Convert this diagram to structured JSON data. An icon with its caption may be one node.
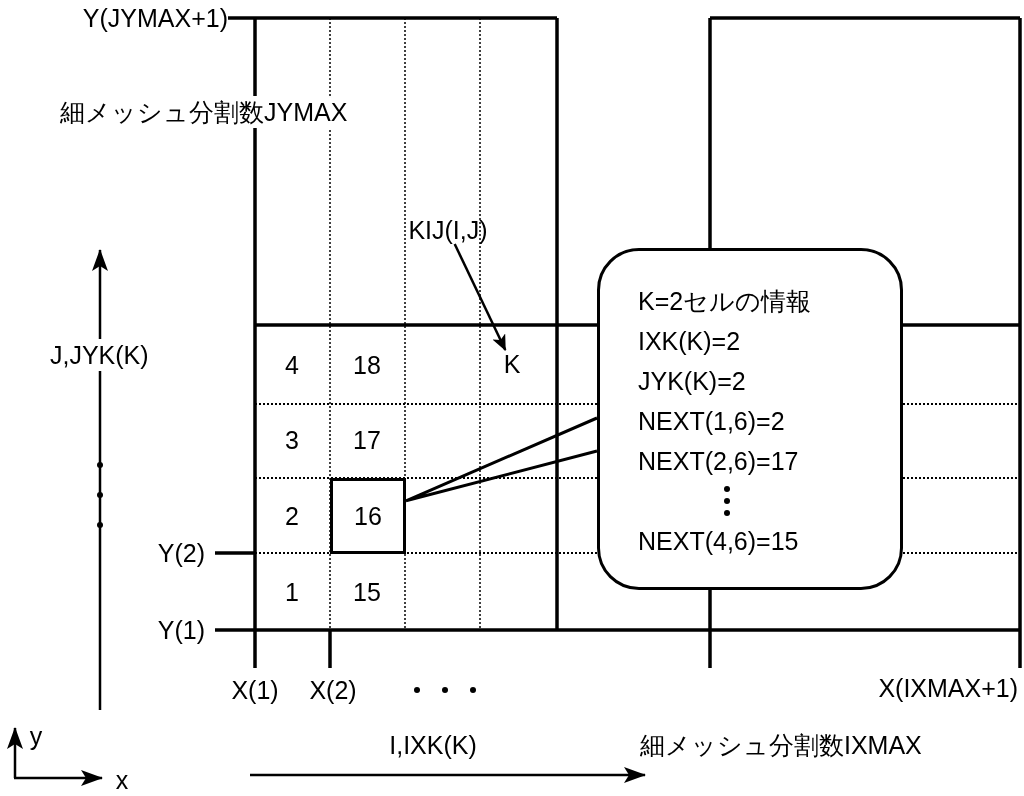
{
  "diagram": {
    "nodes": [
      {
        "text": [
          "K=2セルの情報",
          "IXK(K)=2",
          "JYK(K)=2",
          "NEXT(1,6)=2",
          "NEXT(2,6)=17",
          "NEXT(4,6)=15"
        ]
      },
      {
        "text": [
          "16"
        ]
      },
      {
        "text": [
          "KIJ(I,J)"
        ]
      },
      {
        "text": [
          "K"
        ]
      }
    ],
    "edges": [
      {
        "from": 0,
        "to": 1,
        "arrow": "none"
      },
      {
        "from": 2,
        "to": 3,
        "arrow": "to"
      }
    ],
    "labels": [
      "Y(JYMAX+1)",
      "細メッシュ分割数JYMAX",
      "J,JYK(K)",
      "4",
      "18",
      "3",
      "17",
      "2",
      "1",
      "15",
      "Y(2)",
      "Y(1)",
      "X(1)",
      "X(2)",
      "X(IXMAX+1)",
      "y",
      "I,IXK(K)",
      "細メッシュ分割数IXMAX",
      "x"
    ]
  }
}
